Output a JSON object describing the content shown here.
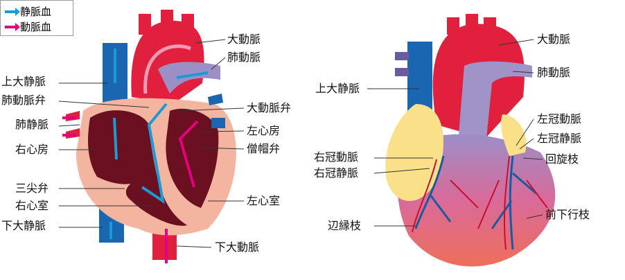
{
  "legend": {
    "venous": "静脈血",
    "arterial": "動脈血",
    "venous_color": "#1a9ad6",
    "arterial_color": "#e5007f"
  },
  "left_diagram": {
    "aorta": "大動脈",
    "pulmonary_artery": "肺動脈",
    "superior_vena_cava": "上大静脈",
    "pulmonary_valve": "肺動脈弁",
    "aortic_valve": "大動脈弁",
    "pulmonary_vein": "肺静脈",
    "left_atrium": "左心房",
    "right_atrium": "右心房",
    "mitral_valve": "僧帽弁",
    "tricuspid_valve": "三尖弁",
    "right_ventricle": "右心室",
    "left_ventricle": "左心室",
    "inferior_vena_cava": "下大静脈",
    "descending_aorta": "下大動脈"
  },
  "right_diagram": {
    "aorta": "大動脈",
    "pulmonary_artery": "肺動脈",
    "superior_vena_cava": "上大静脈",
    "left_coronary_artery": "左冠動脈",
    "left_coronary_vein": "左冠静脈",
    "circumflex": "回旋枝",
    "right_coronary_artery": "右冠動脈",
    "right_coronary_vein": "右冠静脈",
    "marginal_branch": "辺縁枝",
    "anterior_descending": "前下行枝"
  }
}
